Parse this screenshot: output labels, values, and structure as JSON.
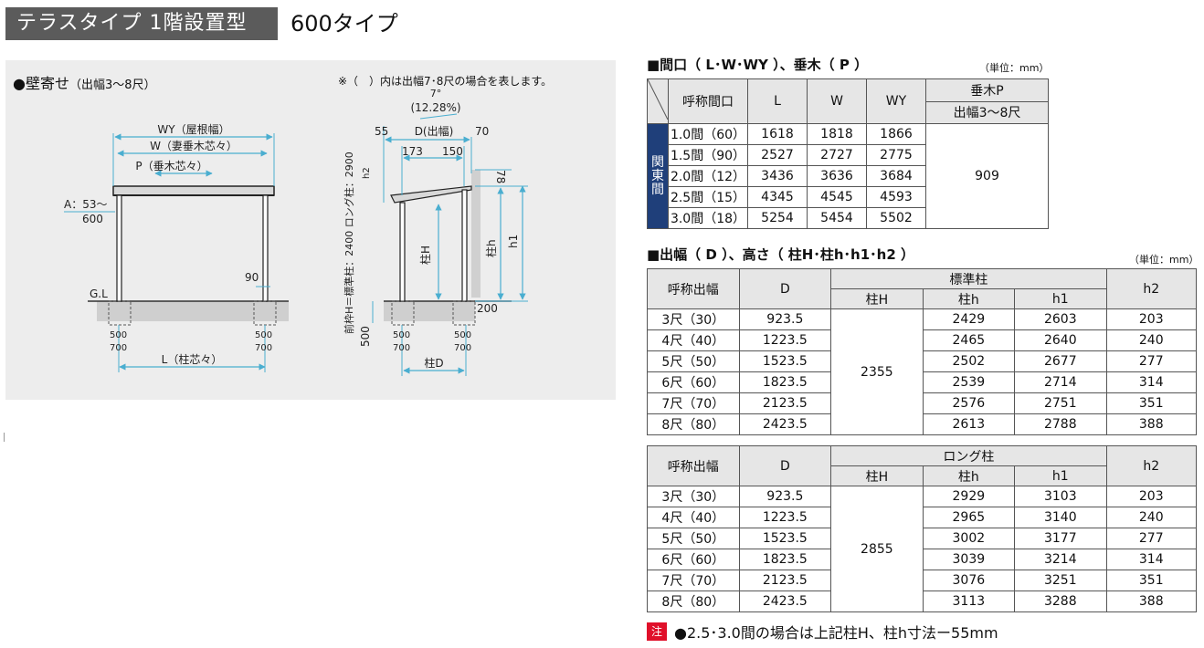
{
  "header": {
    "tag": "テラスタイプ 1階設置型",
    "subtitle": "600タイプ"
  },
  "drawing": {
    "title": "●壁寄せ",
    "title_sub": "（出幅3～8尺）",
    "note": "※（　）内は出幅7･8尺の場合を表します。",
    "front": {
      "wy": "WY（屋根幅）",
      "w": "W（妻垂木芯々）",
      "p": "P（垂木芯々）",
      "a1": "A：53～",
      "a2": "600",
      "dim90": "90",
      "gl": "G.L",
      "f_left_1": "500",
      "f_left_2": "700",
      "f_right_1": "500",
      "f_right_2": "700",
      "l": "L（柱芯々）"
    },
    "side": {
      "angle": "7°",
      "pct": "(12.28%)",
      "d": "D(出幅)",
      "d55": "55",
      "d70": "70",
      "d173": "173",
      "d150": "150",
      "h2": "h2",
      "d78": "78",
      "vtext": "前枠H＝標準柱：2400 ロング柱：2900",
      "hH": "柱H",
      "hh": "柱h",
      "h1": "h1",
      "d200": "200",
      "d500": "500",
      "f_left_1": "500",
      "f_left_2": "700",
      "f_right_1": "500",
      "f_right_2": "700",
      "cD": "柱D"
    }
  },
  "table1": {
    "title": "■間口（ L･W･WY ）、垂木（ P ）",
    "unit": "（単位：mm）",
    "headers": [
      "呼称間口",
      "L",
      "W",
      "WY"
    ],
    "p_header": "垂木P",
    "p_sub": "出幅3～8尺",
    "side_label": "関東間",
    "p_value": "909",
    "rows": [
      [
        "1.0間（60）",
        "1618",
        "1818",
        "1866"
      ],
      [
        "1.5間（90）",
        "2527",
        "2727",
        "2775"
      ],
      [
        "2.0間（12）",
        "3436",
        "3636",
        "3684"
      ],
      [
        "2.5間（15）",
        "4345",
        "4545",
        "4593"
      ],
      [
        "3.0間（18）",
        "5254",
        "5454",
        "5502"
      ]
    ]
  },
  "table2": {
    "title": "■出幅（ D ）、高さ（ 柱H･柱h･h1･h2 ）",
    "unit": "（単位：mm）",
    "h_label": "呼称出幅",
    "d_label": "D",
    "group": "標準柱",
    "cH": "柱H",
    "ch": "柱h",
    "h1": "h1",
    "h2": "h2",
    "H_value": "2355",
    "rows": [
      [
        "3尺（30）",
        "923.5",
        "2429",
        "2603",
        "203"
      ],
      [
        "4尺（40）",
        "1223.5",
        "2465",
        "2640",
        "240"
      ],
      [
        "5尺（50）",
        "1523.5",
        "2502",
        "2677",
        "277"
      ],
      [
        "6尺（60）",
        "1823.5",
        "2539",
        "2714",
        "314"
      ],
      [
        "7尺（70）",
        "2123.5",
        "2576",
        "2751",
        "351"
      ],
      [
        "8尺（80）",
        "2423.5",
        "2613",
        "2788",
        "388"
      ]
    ]
  },
  "table3": {
    "h_label": "呼称出幅",
    "d_label": "D",
    "group": "ロング柱",
    "cH": "柱H",
    "ch": "柱h",
    "h1": "h1",
    "h2": "h2",
    "H_value": "2855",
    "rows": [
      [
        "3尺（30）",
        "923.5",
        "2929",
        "3103",
        "203"
      ],
      [
        "4尺（40）",
        "1223.5",
        "2965",
        "3140",
        "240"
      ],
      [
        "5尺（50）",
        "1523.5",
        "3002",
        "3177",
        "277"
      ],
      [
        "6尺（60）",
        "1823.5",
        "3039",
        "3214",
        "314"
      ],
      [
        "7尺（70）",
        "2123.5",
        "3076",
        "3251",
        "351"
      ],
      [
        "8尺（80）",
        "2423.5",
        "3113",
        "3288",
        "388"
      ]
    ]
  },
  "note": {
    "badge": "注",
    "text": "●2.5･3.0間の場合は上記柱H、柱h寸法ー55mm"
  },
  "colors": {
    "header_bg": "#5b5b5b",
    "dim_line": "#4aaed0",
    "side_label_bg": "#1f3f7a",
    "note_badge": "#e0102a"
  }
}
